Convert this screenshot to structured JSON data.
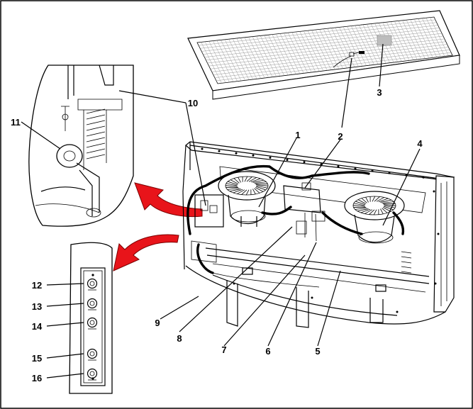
{
  "diagram": {
    "callouts": [
      {
        "id": "1",
        "text": "1"
      },
      {
        "id": "2",
        "text": "2"
      },
      {
        "id": "3",
        "text": "3"
      },
      {
        "id": "4",
        "text": "4"
      },
      {
        "id": "5",
        "text": "5"
      },
      {
        "id": "6",
        "text": "6"
      },
      {
        "id": "7",
        "text": "7"
      },
      {
        "id": "8",
        "text": "8"
      },
      {
        "id": "9",
        "text": "9"
      },
      {
        "id": "10",
        "text": "10"
      },
      {
        "id": "11",
        "text": "11"
      },
      {
        "id": "12",
        "text": "12"
      },
      {
        "id": "13",
        "text": "13"
      },
      {
        "id": "14",
        "text": "14"
      },
      {
        "id": "15",
        "text": "15"
      },
      {
        "id": "16",
        "text": "16"
      }
    ],
    "colors": {
      "arrow": "#e8141a",
      "arrow_outline": "#7a0000",
      "line": "#000000",
      "grid": "#9a9a9a",
      "panel_fill": "#ffffff",
      "highlight_patch": "#bdbdbd"
    },
    "icons": [
      "filter-grid",
      "blower-wheel",
      "detail-arrow",
      "control-panel-switch"
    ]
  }
}
